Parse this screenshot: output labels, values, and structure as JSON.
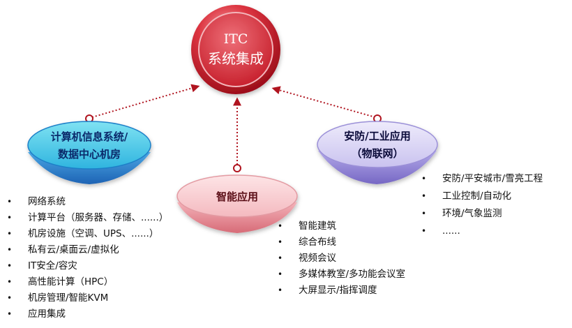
{
  "center": {
    "line1": "ITC",
    "line2": "系统集成",
    "color": "#d0202c"
  },
  "nodes": {
    "left": {
      "line1": "计算机信息系统/",
      "line2": "数据中心机房",
      "color": "#2f8fd8"
    },
    "mid": {
      "line1": "智能应用",
      "color": "#e58c95"
    },
    "right": {
      "line1": "安防/工业应用",
      "line2": "（物联网）",
      "color": "#8a7ed0"
    }
  },
  "lists": {
    "left": [
      "网络系统",
      "计算平台（服务器、存储、......）",
      "机房设施（空调、UPS、......）",
      "私有云/桌面云/虚拟化",
      "IT安全/容灾",
      "高性能计算（HPC）",
      "机房管理/智能KVM",
      "应用集成"
    ],
    "mid": [
      "智能建筑",
      "综合布线",
      "视频会议",
      "多媒体教室/多功能会议室",
      "大屏显示/指挥调度"
    ],
    "right": [
      "安防/平安城市/雪亮工程",
      "工业控制/自动化",
      "环境/气象监测",
      "......"
    ]
  }
}
